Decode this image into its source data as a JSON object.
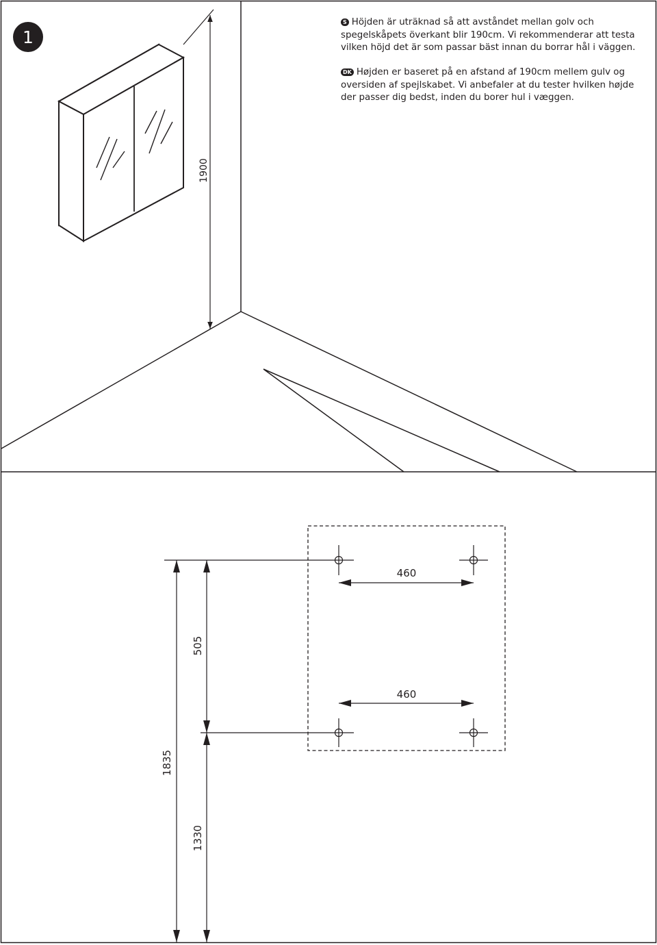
{
  "step": {
    "number": "1"
  },
  "instructions": [
    {
      "lang_badge": "S",
      "text": "Höjden är uträknad så att avståndet mellan golv och spegelskåpets överkant blir 190cm. Vi rekommenderar att testa vilken höjd det är som passar bäst innan du borrar hål i väggen."
    },
    {
      "lang_badge": "DK",
      "text": "Højden er baseret på en afstand af 190cm mellem gulv og oversiden af spejlskabet. Vi anbefaler at du tester hvilken højde der passer dig bedst, inden du borer hul i væggen."
    }
  ],
  "top_panel": {
    "height_dimension": "1900"
  },
  "bottom_panel": {
    "top_hole_spacing": "460",
    "bottom_hole_spacing": "460",
    "vertical_hole_spacing": "505",
    "total_height": "1835",
    "lower_hole_height": "1330"
  }
}
